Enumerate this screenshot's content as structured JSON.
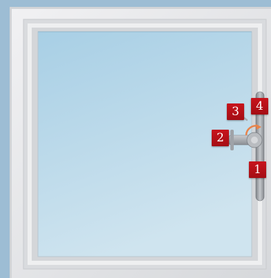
{
  "diagram": {
    "colors": {
      "background": "#9dbdd4",
      "frame": "#e6e6e8",
      "glass_top": "#a9d0e6",
      "glass_bottom": "#cde3ee",
      "handle": "#a9acb1",
      "accent_arrow": "#e8834a",
      "badge": "#c1121a"
    },
    "callouts": [
      {
        "id": "1",
        "label": "1"
      },
      {
        "id": "2",
        "label": "2"
      },
      {
        "id": "3",
        "label": "3"
      },
      {
        "id": "4",
        "label": "4"
      }
    ]
  }
}
